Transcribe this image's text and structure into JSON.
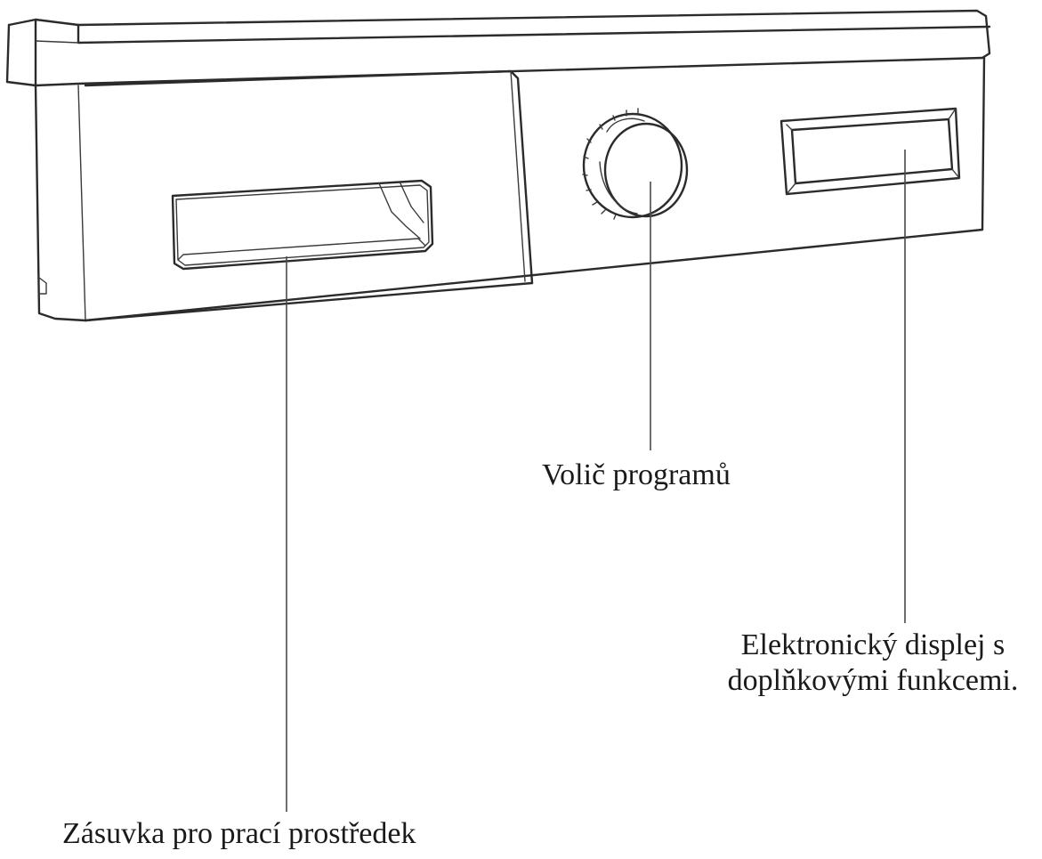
{
  "callouts": {
    "program_selector": "Volič programů",
    "display_line1": "Elektronický displej s",
    "display_line2": "doplňkovými funkcemi.",
    "detergent_drawer": "Zásuvka pro prací prostředek"
  }
}
